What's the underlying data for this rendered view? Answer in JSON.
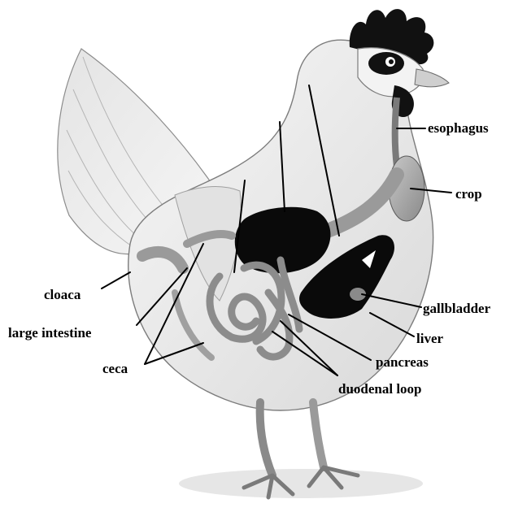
{
  "diagram": {
    "subject": "chicken digestive system",
    "labels": {
      "esophagus": "esophagus",
      "crop": "crop",
      "gallbladder": "gallbladder",
      "liver": "liver",
      "pancreas": "pancreas",
      "duodenal_loop": "duodenal loop",
      "cloaca": "cloaca",
      "large_intestine": "large intestine",
      "ceca": "ceca"
    }
  }
}
